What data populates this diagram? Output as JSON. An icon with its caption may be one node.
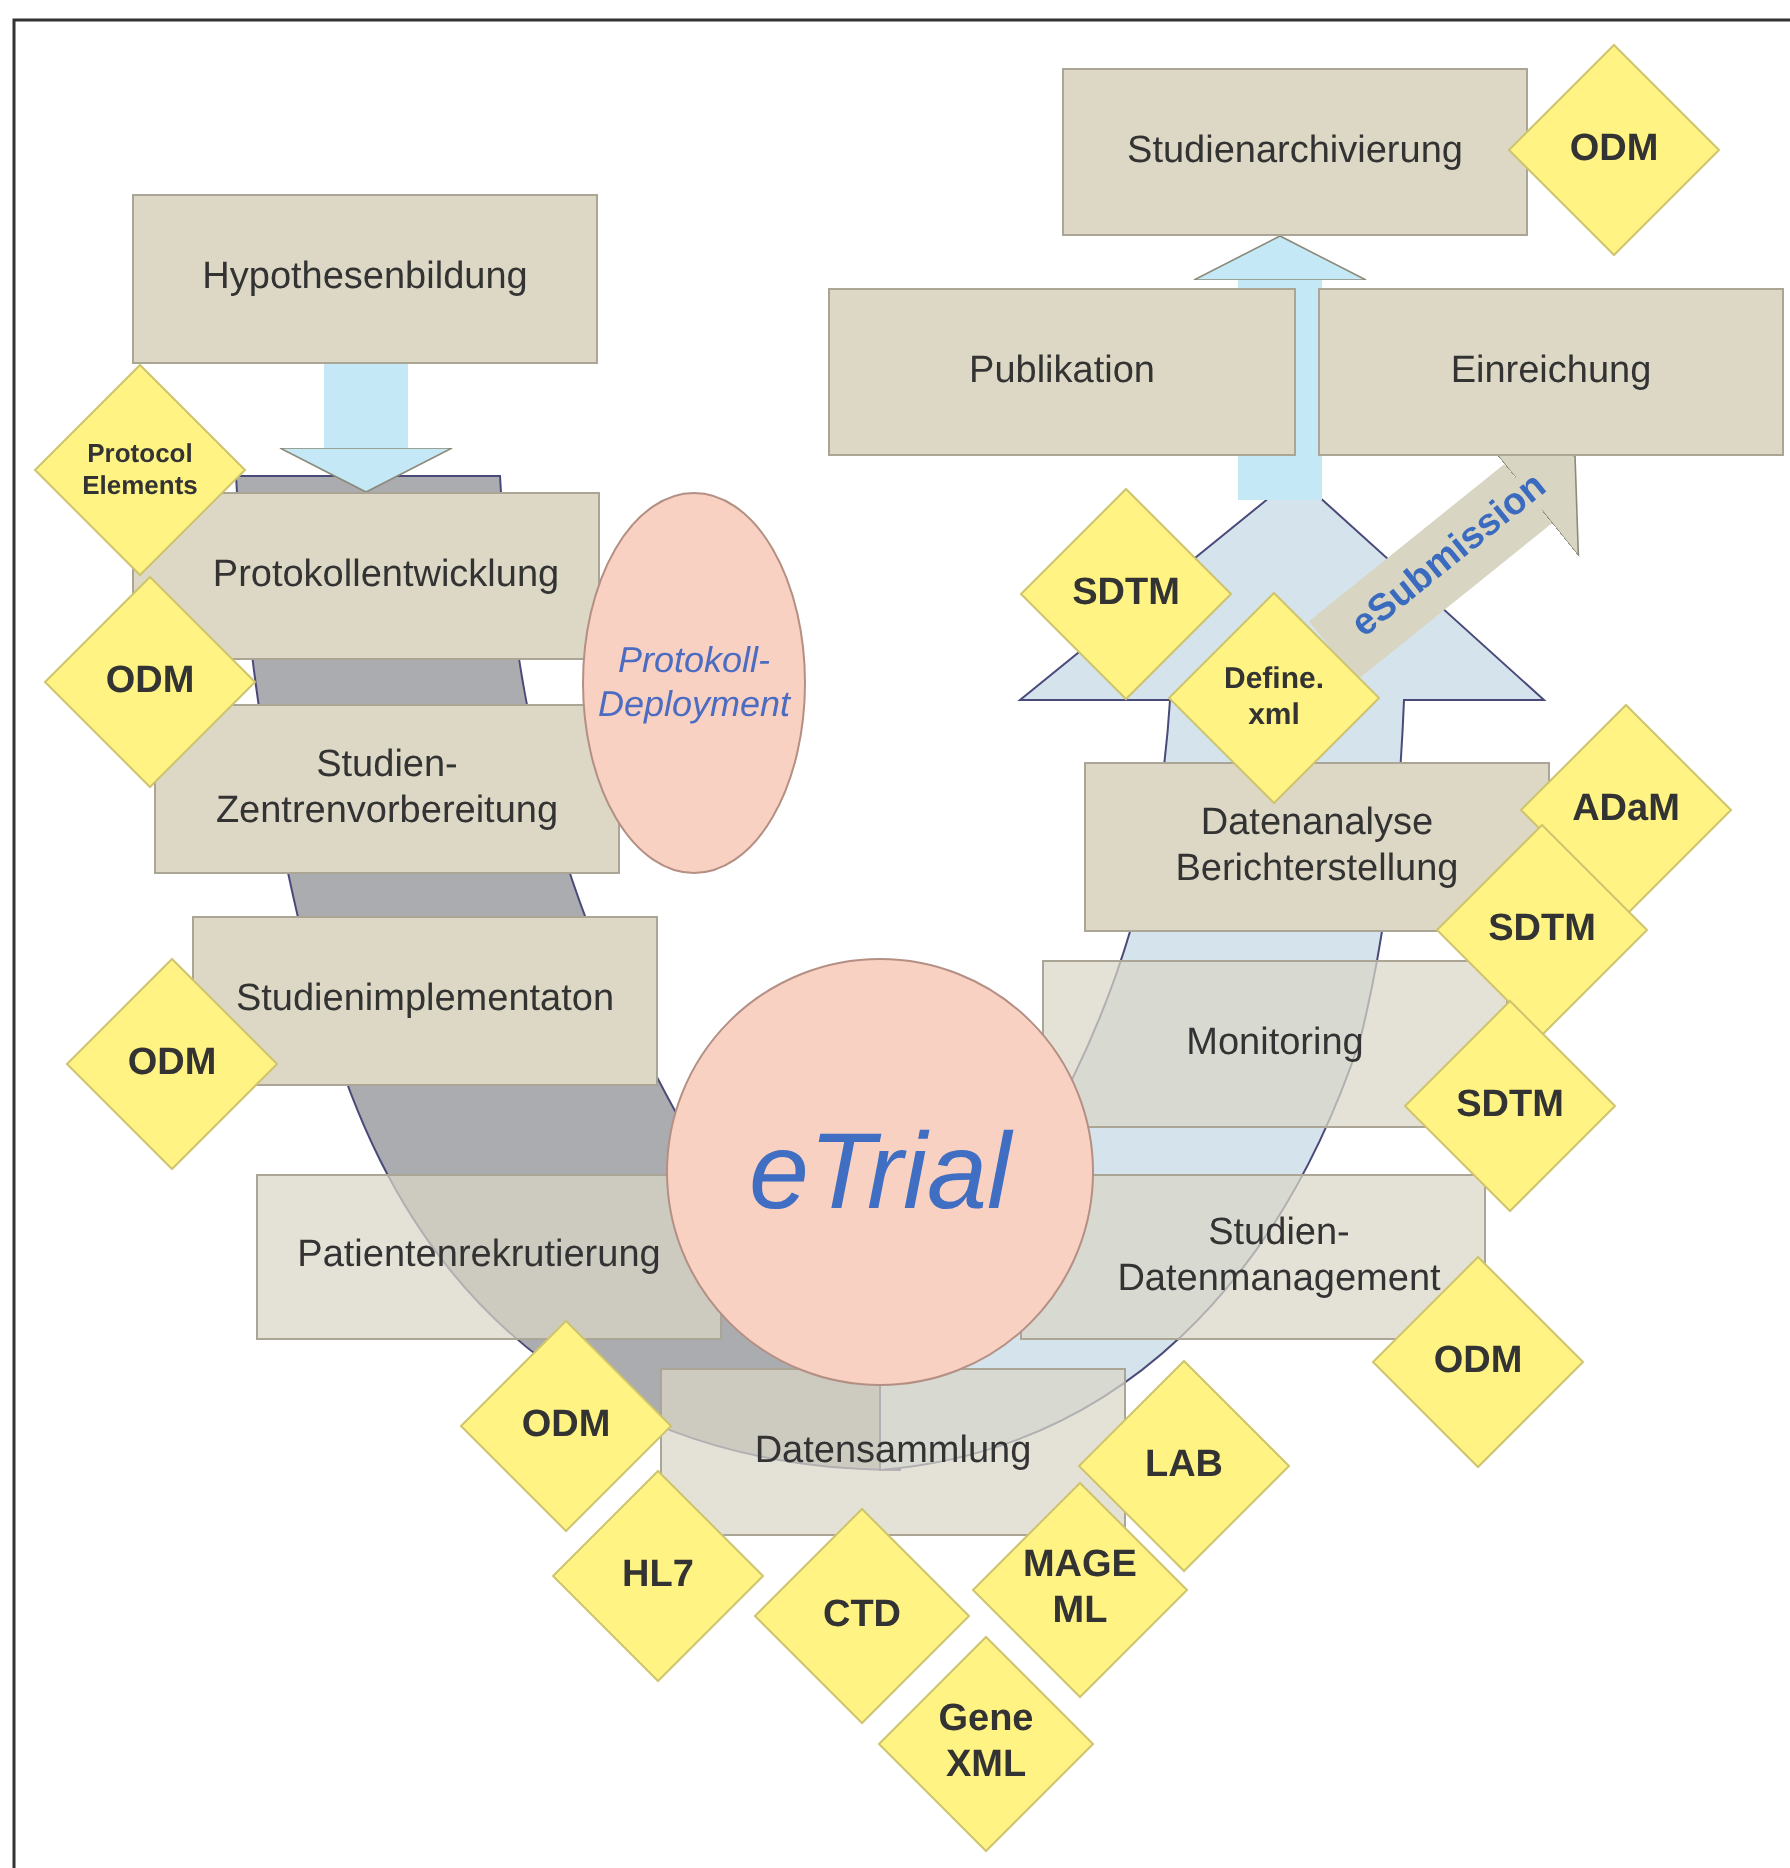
{
  "diagram": {
    "nodes": [
      {
        "text": [
          "Studienarchivierung"
        ]
      },
      {
        "text": [
          "ODM"
        ]
      },
      {
        "text": [
          "Hypothesenbildung"
        ]
      },
      {
        "text": [
          "Publikation"
        ]
      },
      {
        "text": [
          "Einreichung"
        ]
      },
      {
        "text": [
          "Protocol Elements"
        ]
      },
      {
        "text": [
          "Protokollentwicklung"
        ]
      },
      {
        "text": [
          "SDTM"
        ]
      },
      {
        "text": [
          "Define. xml"
        ]
      },
      {
        "text": [
          "ODM"
        ]
      },
      {
        "text": [
          "Protokoll- Deployment"
        ]
      },
      {
        "text": [
          "Studien- Zentrenvorbereitung"
        ]
      },
      {
        "text": [
          "Datenanalyse Berichterstellung"
        ]
      },
      {
        "text": [
          "ADaM"
        ]
      },
      {
        "text": [
          "SDTM"
        ]
      },
      {
        "text": [
          "Studienimplementaton"
        ]
      },
      {
        "text": [
          "ODM"
        ]
      },
      {
        "text": [
          "Monitoring"
        ]
      },
      {
        "text": [
          "SDTM"
        ]
      },
      {
        "text": [
          "eTrial"
        ]
      },
      {
        "text": [
          "Patientenrekrutierung"
        ]
      },
      {
        "text": [
          "Studien- Datenmanagement"
        ]
      },
      {
        "text": [
          "ODM"
        ]
      },
      {
        "text": [
          "ODM"
        ]
      },
      {
        "text": [
          "Datensammlung"
        ]
      },
      {
        "text": [
          "LAB"
        ]
      },
      {
        "text": [
          "HL7"
        ]
      },
      {
        "text": [
          "MAGE ML"
        ]
      },
      {
        "text": [
          "CTD"
        ]
      },
      {
        "text": [
          "Gene XML"
        ]
      }
    ],
    "edges": [
      {
        "from": 2,
        "to": 6,
        "arrow": "to"
      },
      {
        "from": null,
        "to": 0,
        "arrow": "to"
      },
      {
        "from": 8,
        "to": 4,
        "arrow": "to",
        "color": "#d9d5c3",
        "label": "eSubmission"
      }
    ]
  }
}
